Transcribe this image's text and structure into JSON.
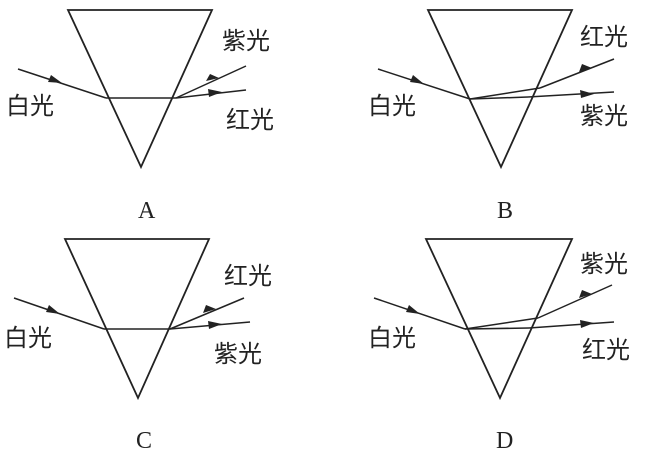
{
  "panels": [
    {
      "caption": "A",
      "incident_label": "白光",
      "upper_exit_label": "紫光",
      "lower_exit_label": "红光"
    },
    {
      "caption": "B",
      "incident_label": "白光",
      "upper_exit_label": "红光",
      "lower_exit_label": "紫光"
    },
    {
      "caption": "C",
      "incident_label": "白光",
      "upper_exit_label": "红光",
      "lower_exit_label": "紫光"
    },
    {
      "caption": "D",
      "incident_label": "白光",
      "upper_exit_label": "紫光",
      "lower_exit_label": "红光"
    }
  ]
}
